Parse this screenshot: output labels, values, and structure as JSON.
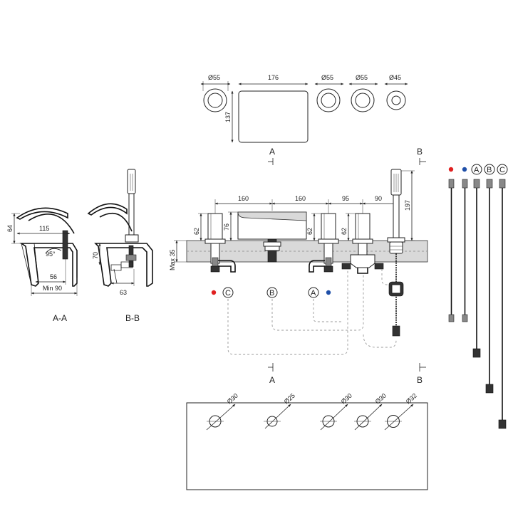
{
  "top_view": {
    "d55_a": "Ø55",
    "w176": "176",
    "h137": "137",
    "d55_b": "Ø55",
    "d55_c": "Ø55",
    "d45": "Ø45"
  },
  "sections": {
    "a_top": "A",
    "b_top": "B",
    "a_bottom": "A",
    "b_bottom": "B",
    "aa": "A-A",
    "bb": "B-B"
  },
  "section_aa": {
    "d64": "64",
    "d115": "115",
    "d95": "95°",
    "d56": "56",
    "min90": "Min 90"
  },
  "section_bb": {
    "d70": "70",
    "d63": "63"
  },
  "front_view": {
    "d160a": "160",
    "d160b": "160",
    "d95": "95",
    "d90": "90",
    "d197": "197",
    "d62a": "62",
    "d76": "76",
    "d62b": "62",
    "d62c": "62",
    "max35": "Max 35"
  },
  "connectors": {
    "c": "C",
    "b": "B",
    "a": "A"
  },
  "hoses": {
    "a": "A",
    "b": "B",
    "c": "C"
  },
  "drill_plate": {
    "d30a": "Ø30",
    "d25": "Ø25",
    "d30b": "Ø30",
    "d30c": "Ø30",
    "d32": "Ø32"
  },
  "colors": {
    "hot": "#e02020",
    "cold": "#1f4fa8"
  }
}
